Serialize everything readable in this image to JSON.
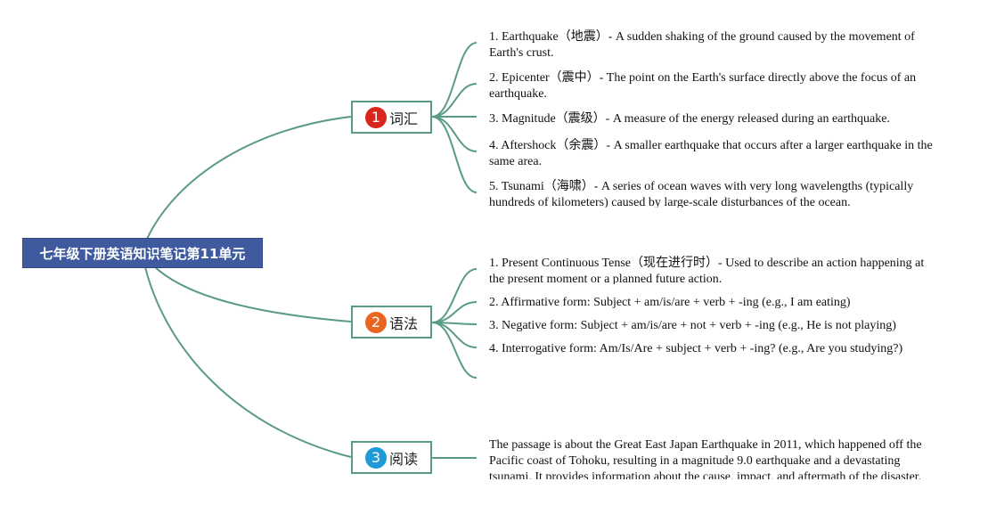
{
  "root": {
    "title": "七年级下册英语知识笔记第11单元"
  },
  "colors": {
    "edge": "#5a9a86",
    "root_bg": "#3f5a9e"
  },
  "branches": [
    {
      "number": "1",
      "label": "词汇",
      "badge_color": "#d9261c",
      "items": [
        "1. Earthquake（地震）- A sudden shaking of the ground caused by the movement of Earth's crust.",
        "2. Epicenter（震中）- The point on the Earth's surface directly above the focus of an earthquake.",
        "3. Magnitude（震级）- A measure of the energy released during an earthquake.",
        "4. Aftershock（余震）- A smaller earthquake that occurs after a larger earthquake in the same area.",
        "5. Tsunami（海啸）- A series of ocean waves with very long wavelengths (typically hundreds of kilometers) caused by large-scale disturbances of the ocean."
      ]
    },
    {
      "number": "2",
      "label": "语法",
      "badge_color": "#e8661f",
      "items": [
        "1. Present Continuous Tense（现在进行时）- Used to describe an action happening at the present moment or a planned future action.",
        "2. Affirmative form: Subject + am/is/are + verb + -ing (e.g., I am eating)",
        "3. Negative form: Subject + am/is/are + not + verb + -ing (e.g., He is not playing)",
        "4. Interrogative form: Am/Is/Are + subject + verb + -ing? (e.g., Are you studying?)",
        ""
      ]
    },
    {
      "number": "3",
      "label": "阅读",
      "badge_color": "#1e9ad6",
      "items": [
        "The passage is about the Great East Japan Earthquake in 2011, which happened off the Pacific coast of Tohoku, resulting in a magnitude 9.0 earthquake and a devastating tsunami. It provides information about the cause, impact, and aftermath of the disaster."
      ]
    }
  ]
}
